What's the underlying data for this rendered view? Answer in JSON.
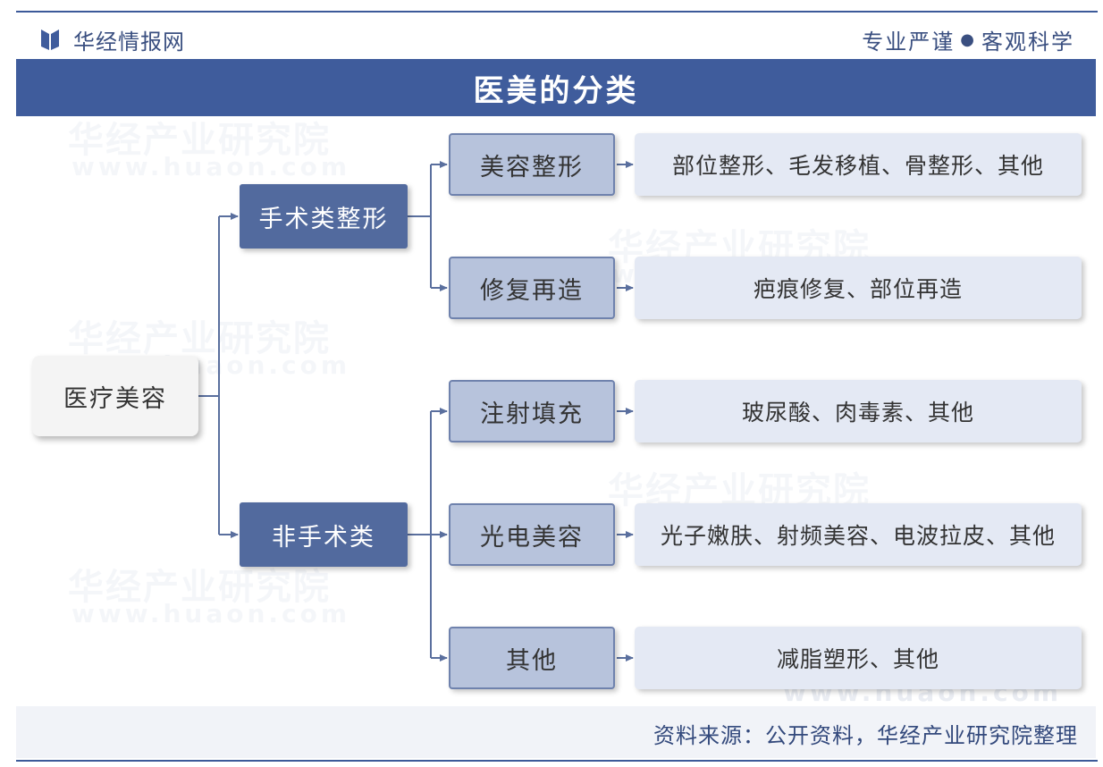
{
  "header": {
    "brand": "华经情报网",
    "slogan_left": "专业严谨",
    "slogan_dot": "●",
    "slogan_right": "客观科学"
  },
  "title": "医美的分类",
  "watermark": {
    "cn": "华经产业研究院",
    "en": "www.huaon.com"
  },
  "diagram": {
    "root": "医疗美容",
    "groups": [
      {
        "label": "手术类整形",
        "children": [
          {
            "label": "美容整形",
            "detail": "部位整形、毛发移植、骨整形、其他"
          },
          {
            "label": "修复再造",
            "detail": "疤痕修复、部位再造"
          }
        ]
      },
      {
        "label": "非手术类",
        "children": [
          {
            "label": "注射填充",
            "detail": "玻尿酸、肉毒素、其他"
          },
          {
            "label": "光电美容",
            "detail": "光子嫩肤、射频美容、电波拉皮、其他"
          },
          {
            "label": "其他",
            "detail": "减脂塑形、其他"
          }
        ]
      }
    ]
  },
  "footer": {
    "source": "资料来源：公开资料，华经产业研究院整理"
  },
  "colors": {
    "title_bar": "#3f5c9c",
    "level1": "#526a9e",
    "level2": "#b7c3dc",
    "level3": "#e4e9f4",
    "connector": "#5a6f9e"
  }
}
